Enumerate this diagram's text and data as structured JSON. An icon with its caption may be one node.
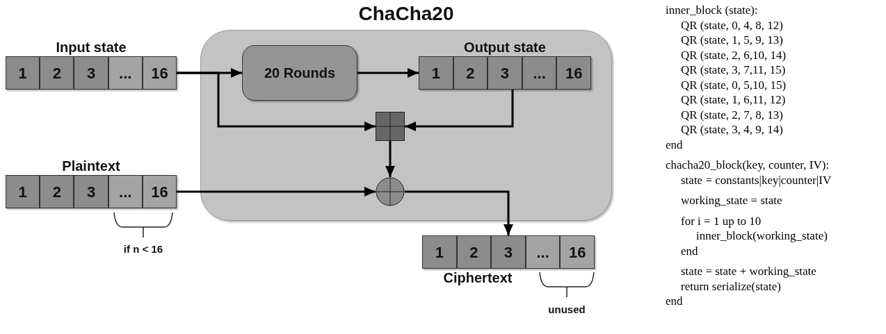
{
  "diagram": {
    "nodes": [
      {
        "text": [
          "ChaCha20"
        ]
      },
      {
        "text": [
          "Input state"
        ]
      },
      {
        "text": [
          "1"
        ],
        "in": 1
      },
      {
        "text": [
          "2"
        ],
        "in": 1
      },
      {
        "text": [
          "3"
        ],
        "in": 1
      },
      {
        "text": [
          "..."
        ],
        "in": 1
      },
      {
        "text": [
          "16"
        ],
        "in": 1
      },
      {
        "text": [
          "20 Rounds"
        ],
        "in": 0
      },
      {
        "text": [
          "Output state"
        ],
        "in": 0
      },
      {
        "text": [
          "1"
        ],
        "in": 8
      },
      {
        "text": [
          "2"
        ],
        "in": 8
      },
      {
        "text": [
          "3"
        ],
        "in": 8
      },
      {
        "text": [
          "..."
        ],
        "in": 8
      },
      {
        "text": [
          "16"
        ],
        "in": 8
      },
      {
        "text": [],
        "shape": "box",
        "in": 0
      },
      {
        "text": [],
        "shape": "circle",
        "in": 0
      },
      {
        "text": [
          "Plaintext"
        ]
      },
      {
        "text": [
          "1"
        ],
        "in": 16
      },
      {
        "text": [
          "2"
        ],
        "in": 16
      },
      {
        "text": [
          "3"
        ],
        "in": 16
      },
      {
        "text": [
          "..."
        ],
        "in": 16
      },
      {
        "text": [
          "16"
        ],
        "in": 16
      },
      {
        "text": [
          "Ciphertext"
        ]
      },
      {
        "text": [
          "1"
        ],
        "in": 22
      },
      {
        "text": [
          "2"
        ],
        "in": 22
      },
      {
        "text": [
          "3"
        ],
        "in": 22
      },
      {
        "text": [
          "..."
        ],
        "in": 22
      },
      {
        "text": [
          "16"
        ],
        "in": 22
      }
    ],
    "edges": [
      {
        "from": 1,
        "to": 7,
        "arrow": "to"
      },
      {
        "from": 1,
        "to": 14,
        "arrow": "to"
      },
      {
        "from": 7,
        "to": 8,
        "arrow": "to"
      },
      {
        "from": 11,
        "to": 14,
        "arrow": "to"
      },
      {
        "from": 14,
        "to": 15,
        "arrow": "to"
      },
      {
        "from": 16,
        "to": 15,
        "arrow": "to"
      },
      {
        "from": 15,
        "to": 25,
        "arrow": "to"
      }
    ],
    "labels": [
      "if n < 16",
      "unused",
      "inner_block (state):",
      "QR (state, 0, 4, 8, 12)",
      "QR (state, 1, 5, 9, 13)",
      "QR (state, 2, 6,10, 14)",
      "QR (state, 3, 7,11, 15)",
      "QR (state, 0, 5,10, 15)",
      "QR (state, 1, 6,11, 12)",
      "QR (state, 2, 7, 8, 13)",
      "QR (state, 3, 4, 9, 14)",
      "end",
      "chacha20_block(key, counter, IV):",
      "state = constants|key|counter|IV",
      "working_state = state",
      "for i = 1 up to 10",
      "inner_block(working_state)",
      "end",
      "state = state + working_state",
      "return serialize(state)",
      "end"
    ]
  }
}
